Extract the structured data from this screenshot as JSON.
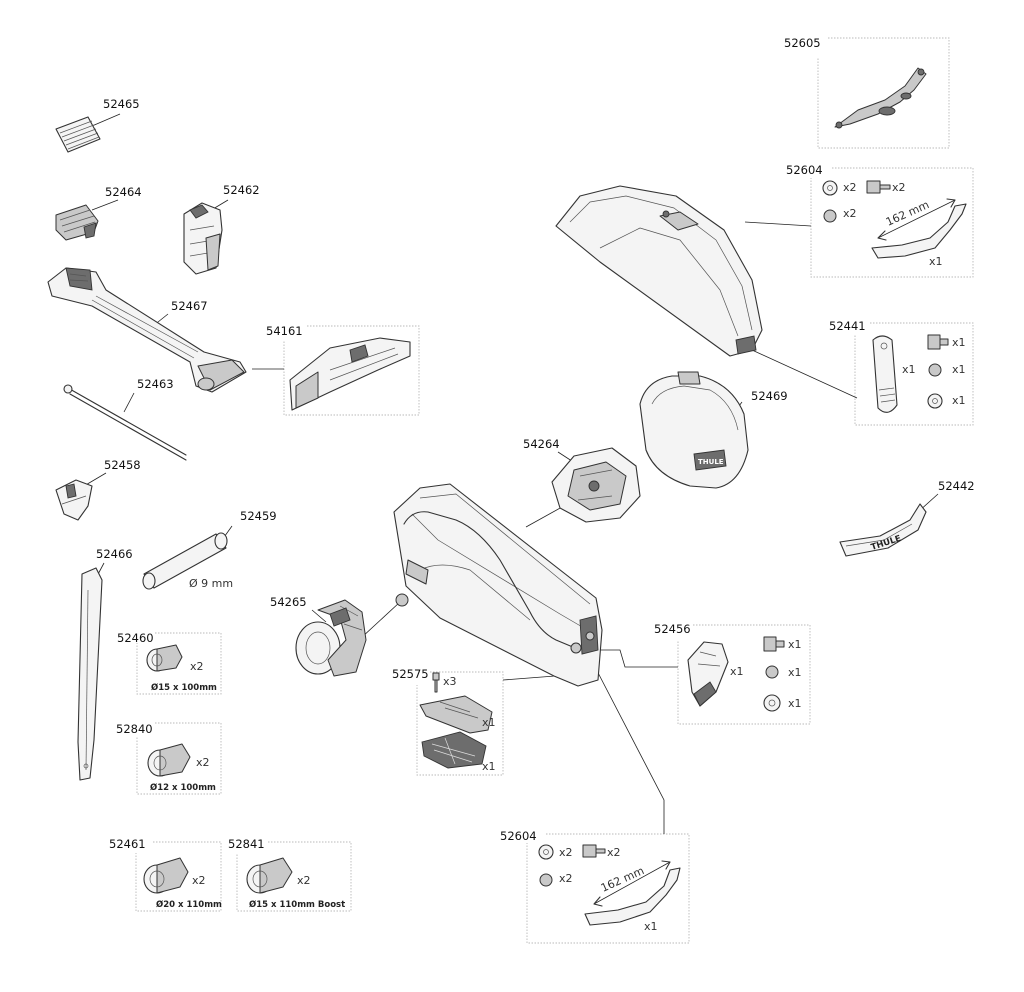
{
  "parts": {
    "p52605": "52605",
    "p52604_top": "52604",
    "p52441": "52441",
    "p52469": "52469",
    "p52442": "52442",
    "p52465": "52465",
    "p52464": "52464",
    "p52462": "52462",
    "p52467": "52467",
    "p54161": "54161",
    "p52463": "52463",
    "p52458": "52458",
    "p52459": "52459",
    "p52466": "52466",
    "p54264": "54264",
    "p52460": "52460",
    "p52840": "52840",
    "p54265": "54265",
    "p52575": "52575",
    "p52456": "52456",
    "p52461": "52461",
    "p52841": "52841",
    "p52604_bottom": "52604"
  },
  "quantities": {
    "x1": "x1",
    "x2": "x2",
    "x3": "x3"
  },
  "dimensions": {
    "strap_length": "162 mm",
    "axle_diameter": "Ø 9 mm"
  },
  "axle_adapters": {
    "a52460": "Ø15 x 100mm",
    "a52840": "Ø12 x 100mm",
    "a52461": "Ø20 x 110mm",
    "a52841": "Ø15 x 110mm Boost"
  },
  "branding": {
    "logo_text": "THULE"
  }
}
